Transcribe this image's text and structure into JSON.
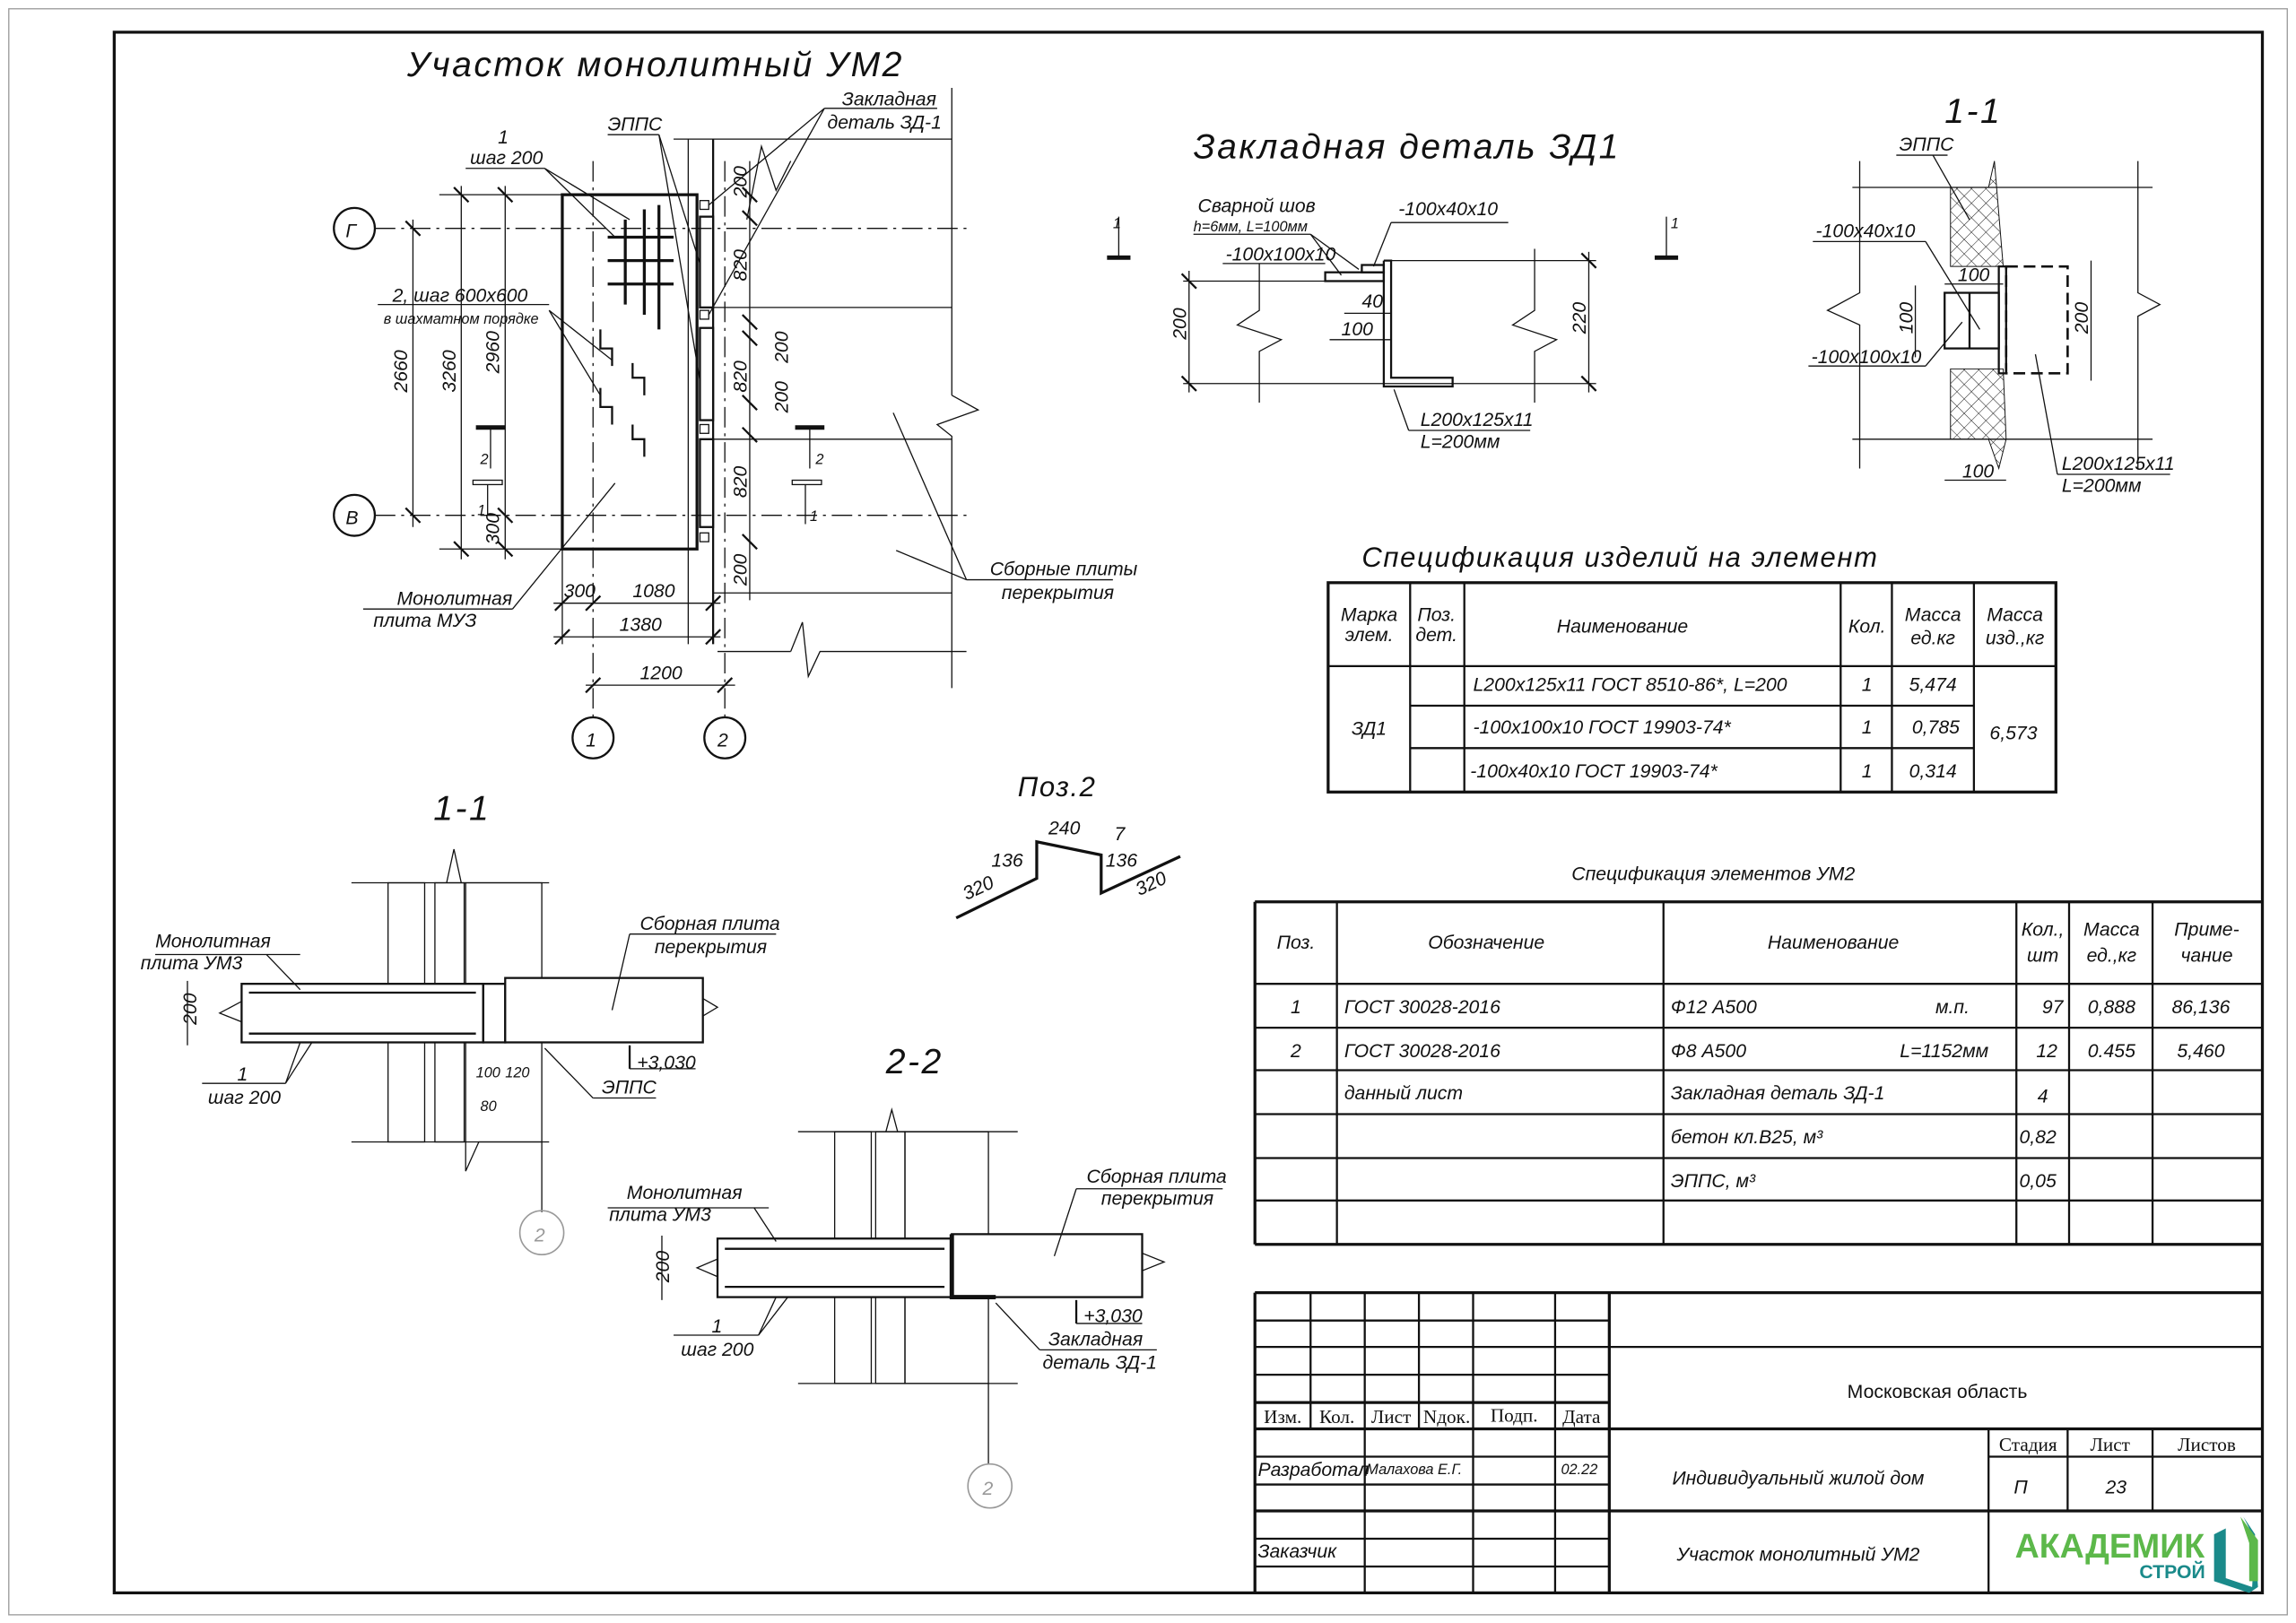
{
  "plan": {
    "title": "Участок монолитный УМ2",
    "axis_g": "Г",
    "axis_v": "В",
    "axis_1": "1",
    "axis_2": "2",
    "rebar1_pos": "1",
    "rebar1_step": "шаг 200",
    "rebar2_pos": "2, шаг 600x600",
    "rebar2_note": "в шахматном порядке",
    "epps": "ЭППС",
    "embed_line1": "Закладная",
    "embed_line2": "деталь ЗД-1",
    "mono_line1": "Монолитная",
    "mono_line2": "плита МУЗ",
    "precast_line1": "Сборные плиты",
    "precast_line2": "перекрытия",
    "dims_left": [
      "2660",
      "3260",
      "2960",
      "300"
    ],
    "dims_bottom": [
      "300",
      "1080",
      "1380",
      "1200"
    ],
    "dims_right": [
      "200",
      "820",
      "200",
      "820",
      "200",
      "820",
      "200"
    ],
    "cut_2": "2",
    "cut_1": "1"
  },
  "detail_zd1": {
    "title": "Закладная деталь ЗД1",
    "weld_line1": "Сварной шов",
    "weld_line2": "h=6мм, L=100мм",
    "plate_small": "-100x40x10",
    "plate_big": "-100x100x10",
    "angle_line1": "L200x125x11",
    "angle_line2": "L=200мм",
    "dims": [
      "200",
      "220",
      "40",
      "100"
    ],
    "cut_mark": "1"
  },
  "detail_section": {
    "title": "1-1",
    "epps": "ЭППС",
    "plate_small": "-100x40x10",
    "plate_big": "-100x100x10",
    "angle_line1": "L200x125x11",
    "angle_line2": "L=200мм",
    "dims": [
      "100",
      "100",
      "200",
      "100"
    ]
  },
  "section_1_1": {
    "title": "1-1",
    "mono_line1": "Монолитная",
    "mono_line2": "плита УМ3",
    "precast_line1": "Сборная плита",
    "precast_line2": "перекрытия",
    "rebar_pos": "1",
    "rebar_step": "шаг 200",
    "level": "+3,030",
    "epps": "ЭППС",
    "dims": [
      "200",
      "100",
      "120",
      "80"
    ],
    "axis": "2"
  },
  "section_2_2": {
    "title": "2-2",
    "mono_line1": "Монолитная",
    "mono_line2": "плита УМ3",
    "precast_line1": "Сборная плита",
    "precast_line2": "перекрытия",
    "rebar_pos": "1",
    "rebar_step": "шаг 200",
    "level": "+3,030",
    "embed_line1": "Закладная",
    "embed_line2": "деталь ЗД-1",
    "dim": "200",
    "axis": "2"
  },
  "poz2": {
    "title": "Поз.2",
    "dims": [
      "240",
      "7",
      "136",
      "136",
      "320",
      "320"
    ]
  },
  "spec_items": {
    "title": "Спецификация изделий на элемент",
    "headers": [
      [
        "Марка",
        "элем."
      ],
      [
        "Поз.",
        "дет."
      ],
      [
        "Наименование"
      ],
      [
        "Кол."
      ],
      [
        "Масса",
        "ед.кг"
      ],
      [
        "Масса",
        "изд.,кг"
      ]
    ],
    "mark": "ЗД1",
    "total_mass": "6,573",
    "rows": [
      {
        "name": "L200x125x11 ГОСТ 8510-86*, L=200",
        "qty": "1",
        "mass": "5,474"
      },
      {
        "name": "-100x100x10 ГОСТ 19903-74*",
        "qty": "1",
        "mass": "0,785"
      },
      {
        "name": "-100x40x10 ГОСТ 19903-74*",
        "qty": "1",
        "mass": "0,314"
      }
    ]
  },
  "spec_elements": {
    "title": "Спецификация элементов УМ2",
    "headers": [
      [
        "Поз."
      ],
      [
        "Обозначение"
      ],
      [
        "Наименование"
      ],
      [
        "Кол.,",
        "шт"
      ],
      [
        "Масса",
        "ед.,кг"
      ],
      [
        "Приме-",
        "чание"
      ]
    ],
    "rows": [
      {
        "pos": "1",
        "designation": "ГОСТ 30028-2016",
        "name": "Ф12 А500",
        "extra": "м.п.",
        "qty": "97",
        "mass": "0,888",
        "note": "86,136"
      },
      {
        "pos": "2",
        "designation": "ГОСТ 30028-2016",
        "name": "Ф8 А500",
        "extra": "L=1152мм",
        "qty": "12",
        "mass": "0.455",
        "note": "5,460"
      },
      {
        "pos": "",
        "designation": "данный лист",
        "name": "Закладная деталь ЗД-1",
        "extra": "",
        "qty": "4",
        "mass": "",
        "note": ""
      },
      {
        "pos": "",
        "designation": "",
        "name": "бетон кл.В25, м³",
        "extra": "",
        "qty": "0,82",
        "mass": "",
        "note": ""
      },
      {
        "pos": "",
        "designation": "",
        "name": "ЭППС, м³",
        "extra": "",
        "qty": "0,05",
        "mass": "",
        "note": ""
      }
    ]
  },
  "title_block": {
    "headers": [
      "Изм.",
      "Кол.",
      "Лист",
      "Nдок.",
      "Подп.",
      "Дата"
    ],
    "developed_label": "Разработал",
    "developer": "Малахова Е.Г.",
    "date": "02.22",
    "customer_label": "Заказчик",
    "region": "Московская область",
    "project": "Индивидуальный жилой дом",
    "sheet_title": "Участок монолитный УМ2",
    "stage_label": "Стадия",
    "sheet_label": "Лист",
    "sheets_label": "Листов",
    "stage": "П",
    "sheet": "23",
    "sheets": ""
  },
  "logo": {
    "line1": "АКАДЕМИК",
    "line2": "СТРОЙ",
    "color_green": "#5cb84a",
    "color_teal": "#1a8a8a"
  }
}
